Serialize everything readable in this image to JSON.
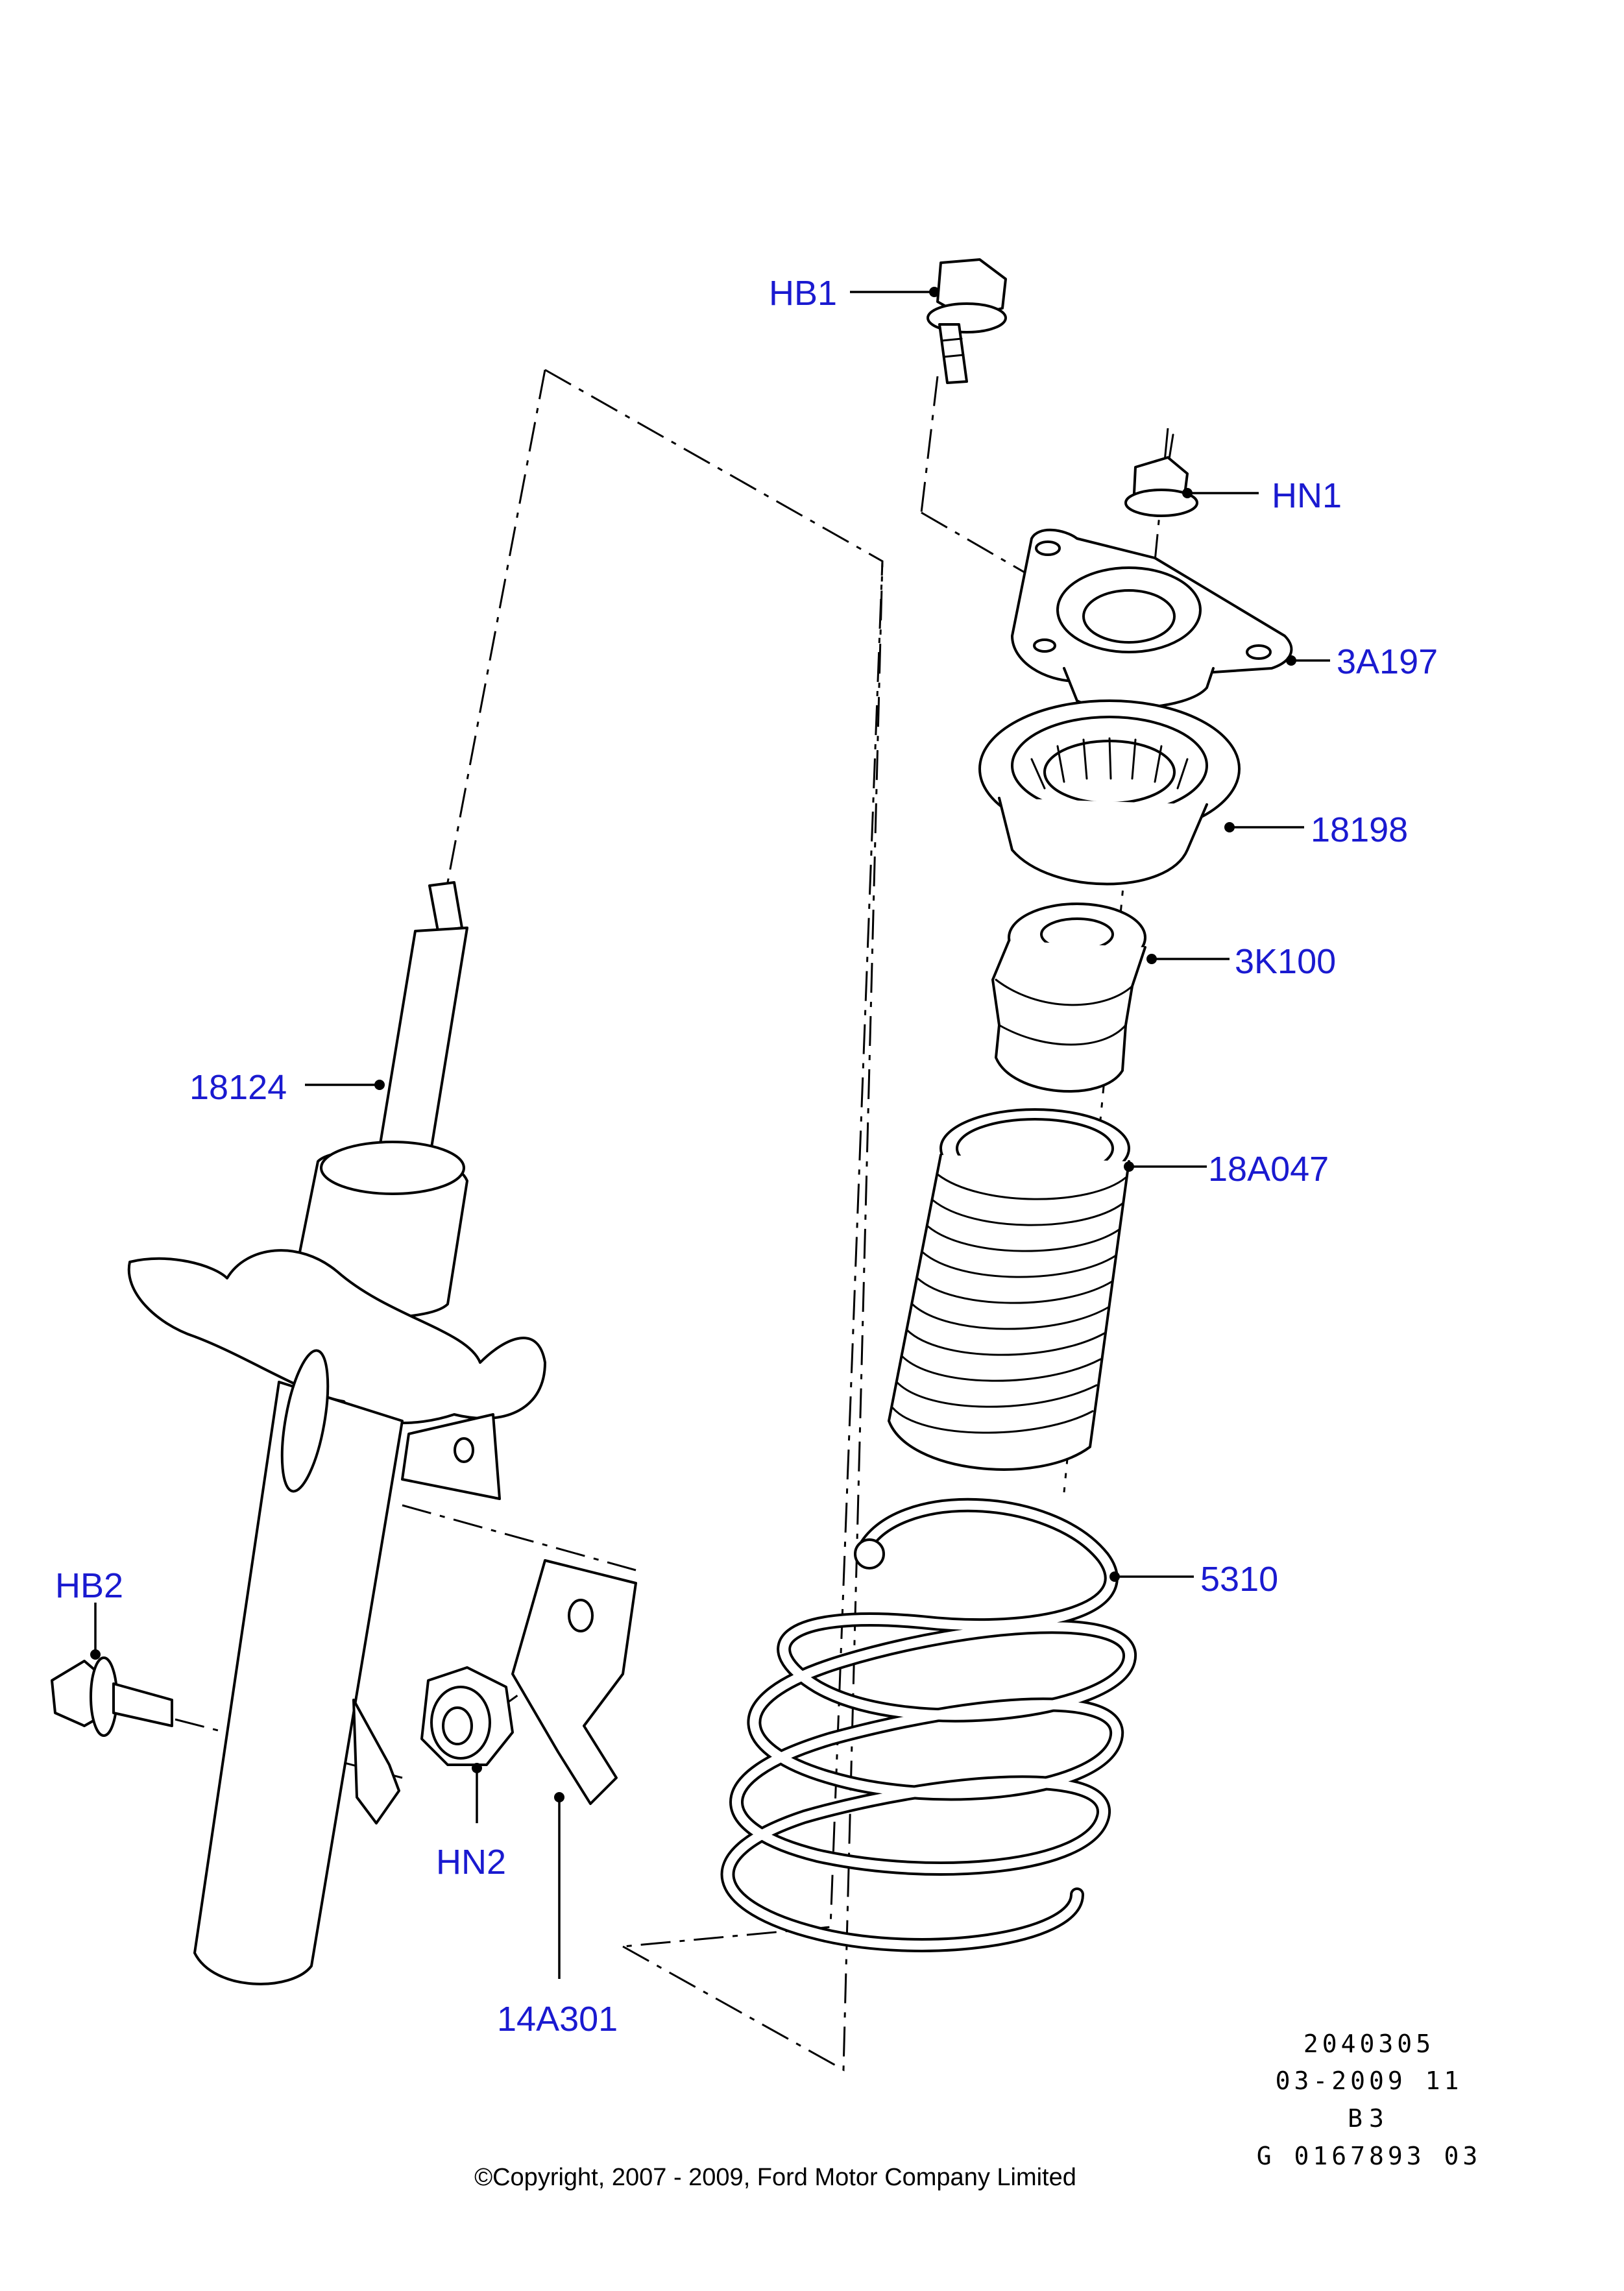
{
  "callouts": {
    "hb1": "HB1",
    "hn1": "HN1",
    "a3a197": "3A197",
    "p18198": "18198",
    "p3k100": "3K100",
    "p18124": "18124",
    "p18a047": "18A047",
    "p5310": "5310",
    "hb2": "HB2",
    "hn2": "HN2",
    "p14a301": "14A301"
  },
  "reference": {
    "line1": "2040305",
    "line2": "03-2009 11",
    "line3": "B3",
    "line4": "G 0167893 03"
  },
  "copyright": "©Copyright, 2007 - 2009, Ford Motor Company Limited",
  "colors": {
    "callout": "#1a1ad0",
    "line": "#000000",
    "background": "#ffffff"
  }
}
